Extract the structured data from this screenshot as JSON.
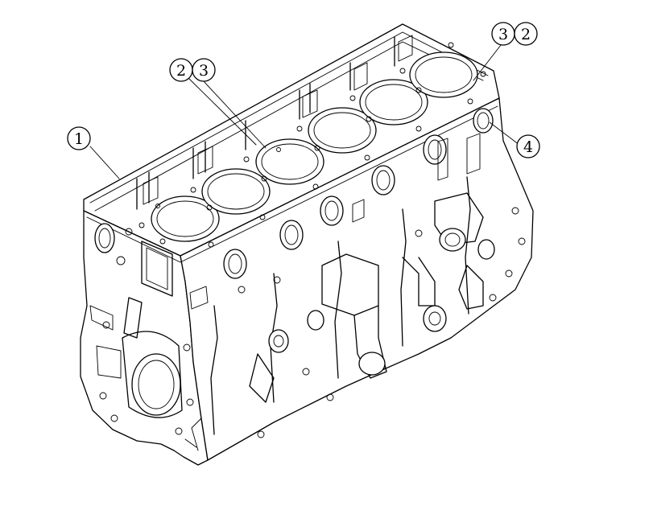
{
  "callouts": [
    {
      "id": "callout-1",
      "label": "1"
    },
    {
      "id": "callout-2-left",
      "label": "2"
    },
    {
      "id": "callout-3-left",
      "label": "3"
    },
    {
      "id": "callout-3-right",
      "label": "3"
    },
    {
      "id": "callout-2-right",
      "label": "2"
    },
    {
      "id": "callout-4",
      "label": "4"
    }
  ]
}
